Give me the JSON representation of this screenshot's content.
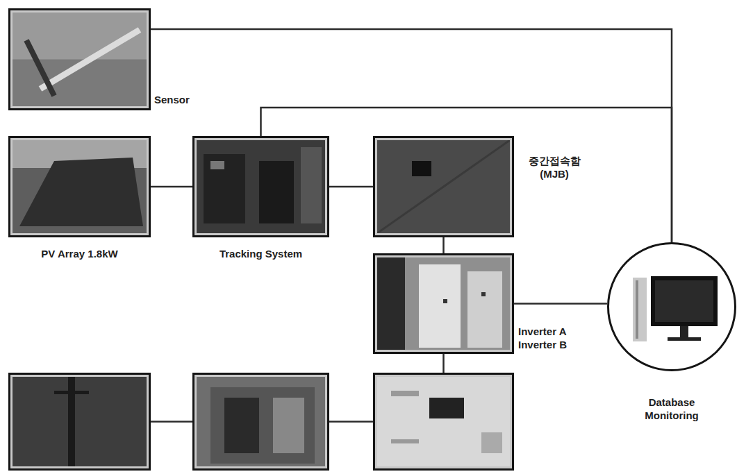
{
  "diagram": {
    "nodes": [
      {
        "text": [
          "Sensor"
        ]
      },
      {
        "text": [
          "PV Array 1.8kW"
        ]
      },
      {
        "text": [
          "Tracking System"
        ]
      },
      {
        "text": [
          "중간접속함 (MJB)"
        ]
      },
      {
        "text": [
          "Inverter A Inverter B"
        ]
      },
      {
        "text": [
          "Database Monitoring"
        ]
      },
      {
        "text": []
      },
      {
        "text": []
      },
      {
        "text": []
      }
    ],
    "edges": [
      {
        "from": 0,
        "to": 5,
        "arrow": "none"
      },
      {
        "from": 2,
        "to": 5,
        "arrow": "none"
      },
      {
        "from": 1,
        "to": 2,
        "arrow": "none"
      },
      {
        "from": 2,
        "to": 3,
        "arrow": "none"
      },
      {
        "from": 3,
        "to": 4,
        "arrow": "none"
      },
      {
        "from": 4,
        "to": 5,
        "arrow": "none"
      },
      {
        "from": 4,
        "to": 8,
        "arrow": "none"
      },
      {
        "from": 6,
        "to": 7,
        "arrow": "none"
      },
      {
        "from": 7,
        "to": 8,
        "arrow": "none"
      }
    ]
  }
}
